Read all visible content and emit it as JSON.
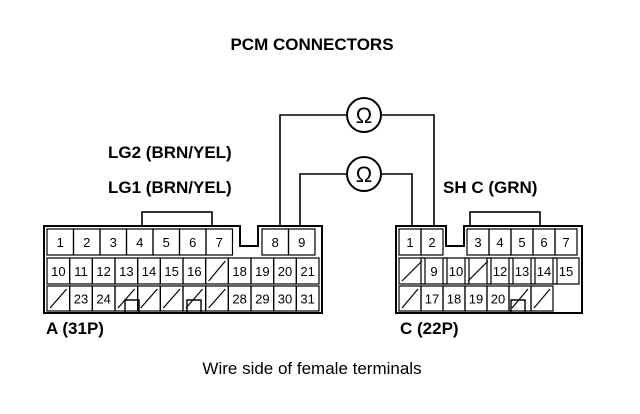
{
  "title": "PCM CONNECTORS",
  "caption": "Wire side of female terminals",
  "labels": {
    "lg2": "LG2 (BRN/YEL)",
    "lg1": "LG1 (BRN/YEL)",
    "shc": "SH C (GRN)",
    "connector_a": "A (31P)",
    "connector_c": "C (22P)"
  },
  "meter_symbol": "Ω",
  "connector_a": {
    "row1": [
      "1",
      "2",
      "3",
      "4",
      "5",
      "6",
      "7",
      "",
      "8",
      "9"
    ],
    "row2": [
      "10",
      "11",
      "12",
      "13",
      "14",
      "15",
      "16",
      "",
      "18",
      "19",
      "20",
      "21"
    ],
    "row3": [
      "",
      "23",
      "24",
      "",
      "",
      "",
      "",
      "",
      "28",
      "29",
      "30",
      "31"
    ]
  },
  "connector_c": {
    "row1": [
      "1",
      "2",
      "",
      "3",
      "4",
      "5",
      "6",
      "7"
    ],
    "row2": [
      "",
      "9",
      "10",
      "",
      "12",
      "13",
      "14",
      "15"
    ],
    "row3": [
      "",
      "17",
      "18",
      "19",
      "20",
      "",
      ""
    ]
  }
}
